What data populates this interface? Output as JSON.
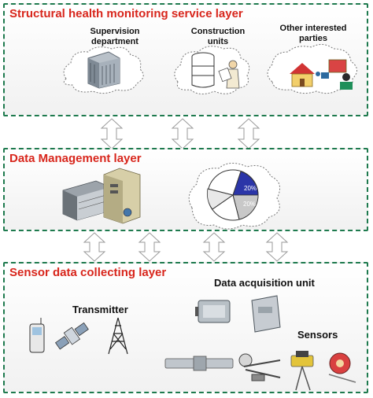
{
  "layers": {
    "service": {
      "title": "Structural health monitoring service layer",
      "entities": [
        {
          "label": "Supervision department"
        },
        {
          "label": "Construction units"
        },
        {
          "label": "Other interested parties"
        }
      ]
    },
    "management": {
      "title": "Data Management layer",
      "pie": {
        "slice_labels": [
          "20%",
          "20%"
        ],
        "colors": {
          "highlight": "#2b35a8",
          "gray": "#c8c8c8",
          "light": "#e8e8e8",
          "white": "#ffffff"
        }
      }
    },
    "sensor": {
      "title": "Sensor data collecting layer",
      "transmitter_label": "Transmitter",
      "acquisition_label": "Data acquisition unit",
      "sensors_label": "Sensors"
    }
  },
  "colors": {
    "title": "#d8261c",
    "border": "#1e7a4e",
    "arrow_fill": "#ffffff",
    "arrow_stroke": "#9a9a9a"
  }
}
